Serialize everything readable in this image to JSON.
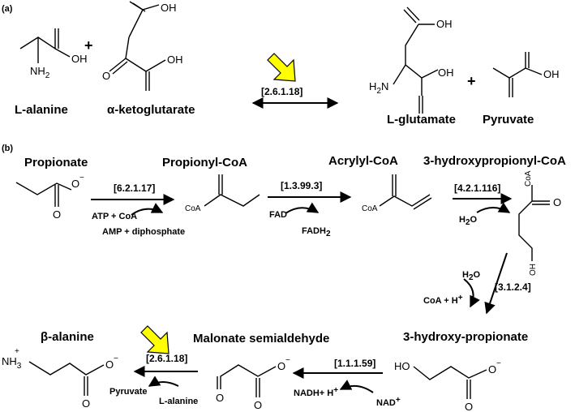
{
  "panels": {
    "a": "(a)",
    "b": "(b)"
  },
  "compounds": {
    "l_alanine": "L-alanine",
    "alpha_ketoglutarate": "α-ketoglutarate",
    "l_glutamate": "L-glutamate",
    "pyruvate": "Pyruvate",
    "propionate": "Propionate",
    "propionyl_coa": "Propionyl-CoA",
    "acrylyl_coa": "Acrylyl-CoA",
    "hydroxypropionyl_coa": "3-hydroxypropionyl-CoA",
    "hydroxy_propionate": "3-hydroxy-propionate",
    "malonate_semialdehyde": "Malonate semialdehyde",
    "beta_alanine": "β-alanine"
  },
  "enzymes": {
    "ec_a": "[2.6.1.18]",
    "ec1": "[6.2.1.17]",
    "ec2": "[1.3.99.3]",
    "ec3": "[4.2.1.116]",
    "ec4": "[3.1.2.4]",
    "ec5": "[1.1.1.59]",
    "ec6": "[2.6.1.18]"
  },
  "cofactors": {
    "atp_coa": "ATP + CoA",
    "amp_diphosphate": "AMP + diphosphate",
    "fad": "FAD",
    "fadh2": "FADH",
    "fadh2_sub": "2",
    "h2o_3": "H",
    "h2o_3_sub": "2",
    "h2o_3_tail": "O",
    "h2o_4": "H",
    "h2o_4_sub": "2",
    "h2o_4_tail": "O",
    "coa_h": "CoA + H",
    "coa_h_sup": "+",
    "nadh": "NADH+ H",
    "nadh_sup": "+",
    "nad": "NAD",
    "nad_sup": "+",
    "pyruvate_out": "Pyruvate",
    "l_alanine_in": "L-alanine"
  },
  "atoms": {
    "oh": "OH",
    "nh2": "NH",
    "sub2": "2",
    "h2n": "H",
    "n": "N",
    "o": "O",
    "o_minus": "O",
    "minus": "−",
    "coa": "CoA",
    "ho": "HO",
    "nh3": "NH",
    "sub3": "3",
    "plus": "+",
    "plus_sign": "+"
  },
  "colors": {
    "highlight_arrow": "#FFFF00",
    "ink": "#000000"
  }
}
